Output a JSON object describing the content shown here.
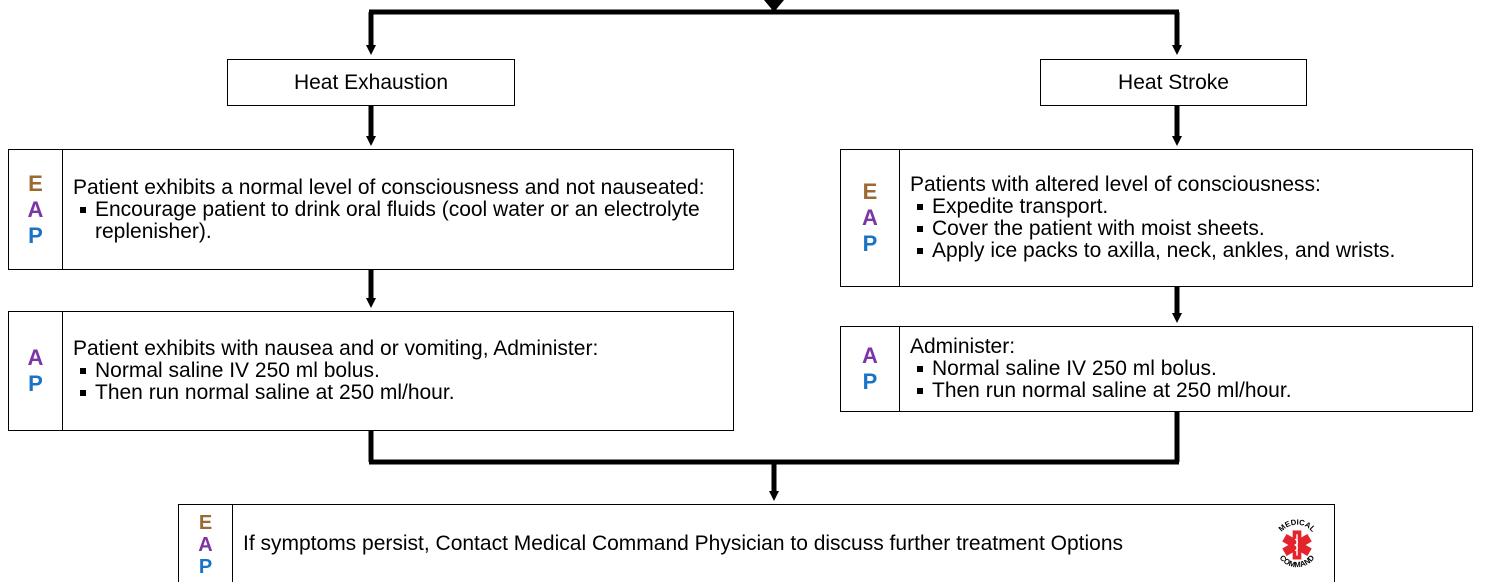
{
  "colors": {
    "E": "#9b6a33",
    "A": "#7b35a6",
    "P": "#1a73c4",
    "logo_red": "#e4242c"
  },
  "left": {
    "title": "Heat Exhaustion",
    "step1": {
      "badges": [
        "E",
        "A",
        "P"
      ],
      "intro": "Patient exhibits a normal level of consciousness and not nauseated:",
      "bullets": [
        "Encourage patient to drink oral fluids (cool water or an electrolyte replenisher)."
      ]
    },
    "step2": {
      "badges": [
        "A",
        "P"
      ],
      "intro": "Patient exhibits with nausea and or vomiting, Administer:",
      "bullets": [
        "Normal saline IV 250 ml bolus.",
        "Then run normal saline at 250 ml/hour."
      ]
    }
  },
  "right": {
    "title": "Heat Stroke",
    "step1": {
      "badges": [
        "E",
        "A",
        "P"
      ],
      "intro": "Patients with altered level of consciousness:",
      "bullets": [
        "Expedite transport.",
        "Cover the patient with moist sheets.",
        "Apply ice packs to axilla, neck, ankles, and wrists."
      ]
    },
    "step2": {
      "badges": [
        "A",
        "P"
      ],
      "intro": "Administer:",
      "bullets": [
        "Normal saline IV 250 ml bolus.",
        "Then run normal saline at 250 ml/hour."
      ]
    }
  },
  "bottom": {
    "badges": [
      "E",
      "A",
      "P"
    ],
    "text": "If symptoms persist, Contact Medical Command Physician to discuss further treatment Options",
    "logo": {
      "icon": "star-of-life-icon",
      "top_text": "MEDICAL",
      "bottom_text": "COMMAND"
    }
  }
}
